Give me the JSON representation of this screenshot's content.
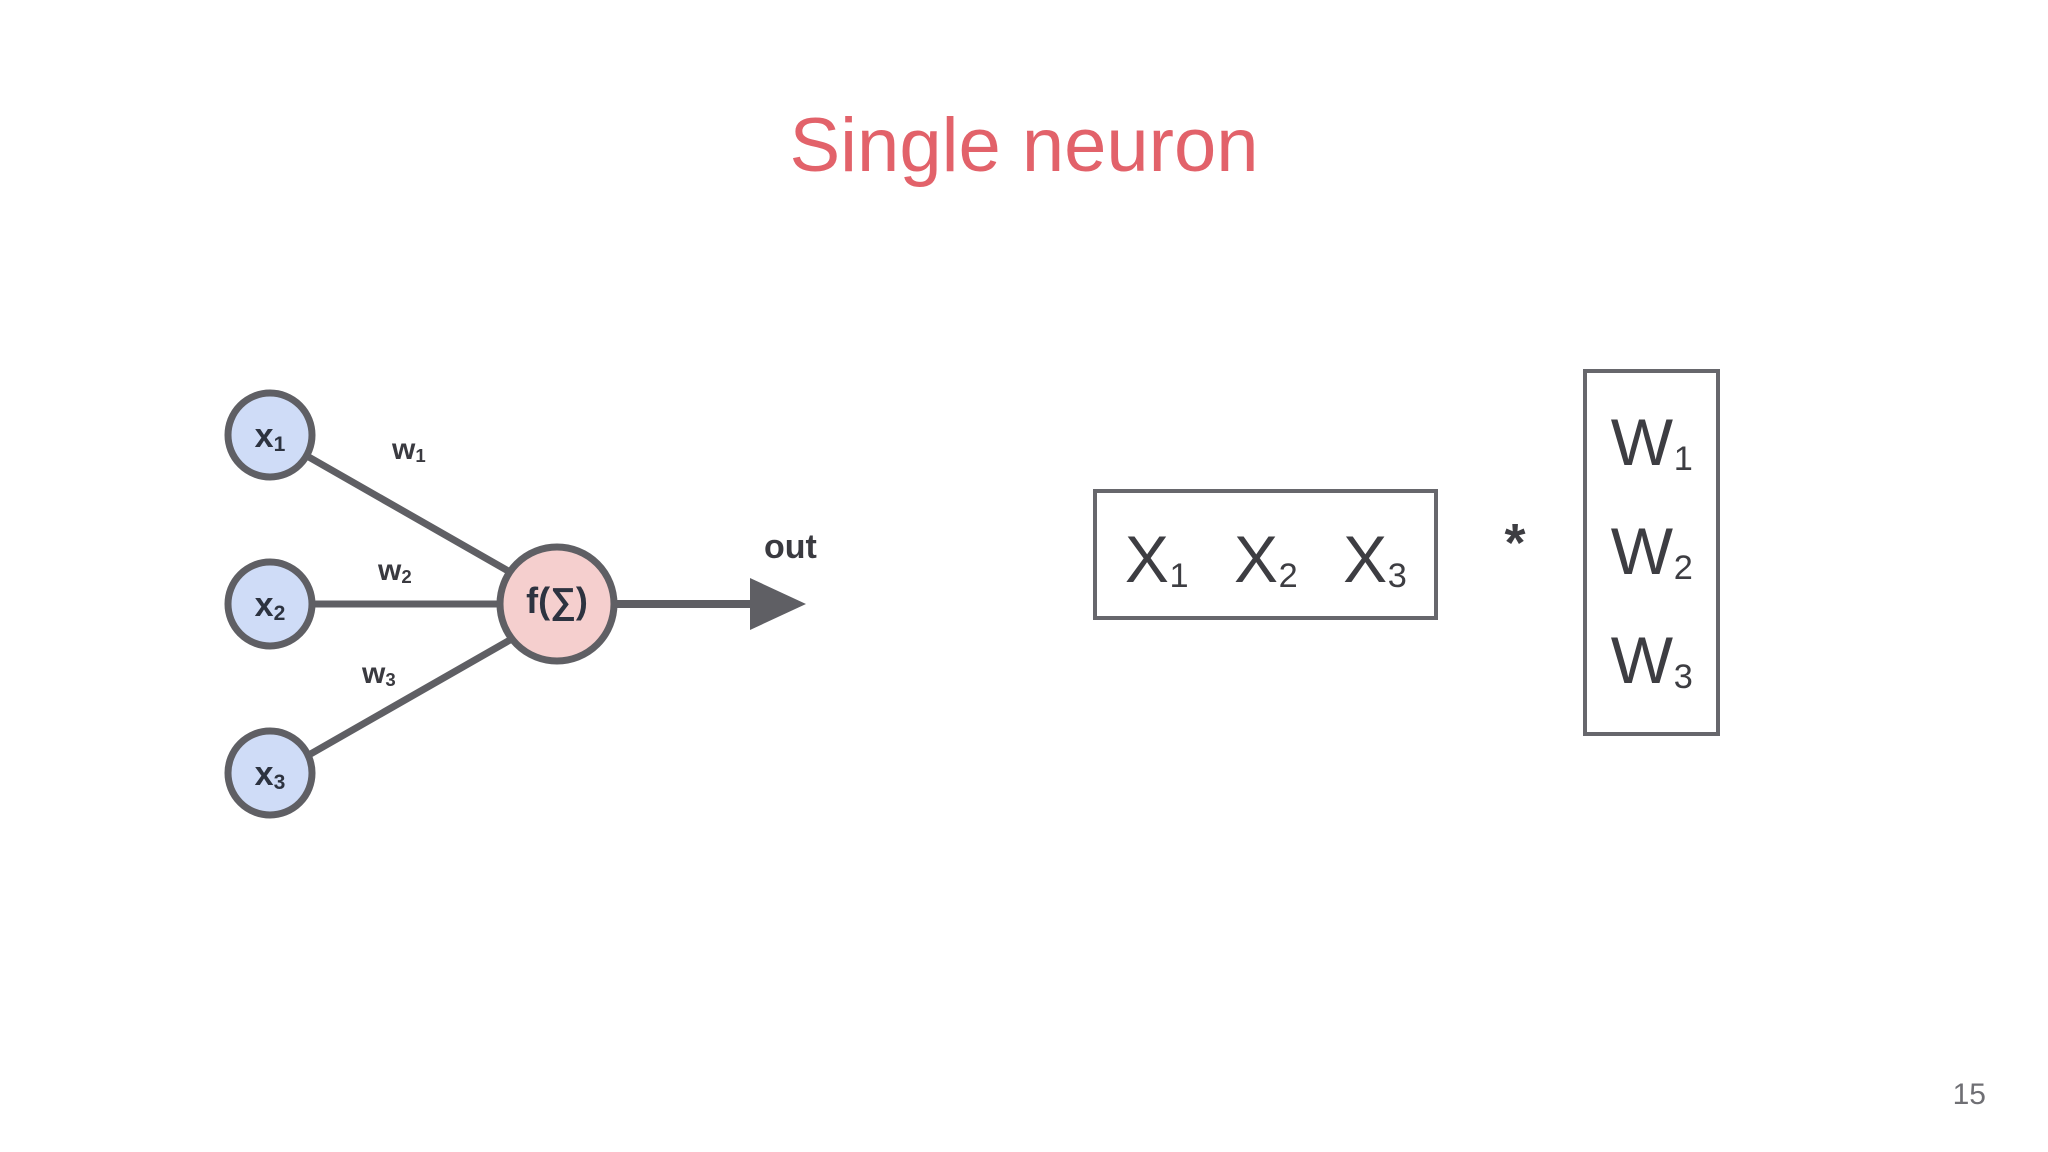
{
  "slide": {
    "title": "Single neuron",
    "page_number": "15",
    "title_color": "#e2626a",
    "background_color": "#ffffff"
  },
  "diagram": {
    "name": "single-neuron-diagram",
    "stroke_color": "#5f5f64",
    "input_fill_color": "#cfdcf7",
    "neuron_fill_color": "#f5cfce",
    "inputs": [
      {
        "base": "x",
        "sub": "1"
      },
      {
        "base": "x",
        "sub": "2"
      },
      {
        "base": "x",
        "sub": "3"
      }
    ],
    "weights": [
      {
        "base": "w",
        "sub": "1"
      },
      {
        "base": "w",
        "sub": "2"
      },
      {
        "base": "w",
        "sub": "3"
      }
    ],
    "neuron": {
      "label": "f(∑)"
    },
    "output": {
      "label": "out"
    }
  },
  "equation": {
    "x_vector": {
      "orientation": "row",
      "terms": [
        {
          "base": "X",
          "sub": "1"
        },
        {
          "base": "X",
          "sub": "2"
        },
        {
          "base": "X",
          "sub": "3"
        }
      ]
    },
    "operator": "*",
    "w_vector": {
      "orientation": "column",
      "terms": [
        {
          "base": "W",
          "sub": "1"
        },
        {
          "base": "W",
          "sub": "2"
        },
        {
          "base": "W",
          "sub": "3"
        }
      ]
    }
  }
}
